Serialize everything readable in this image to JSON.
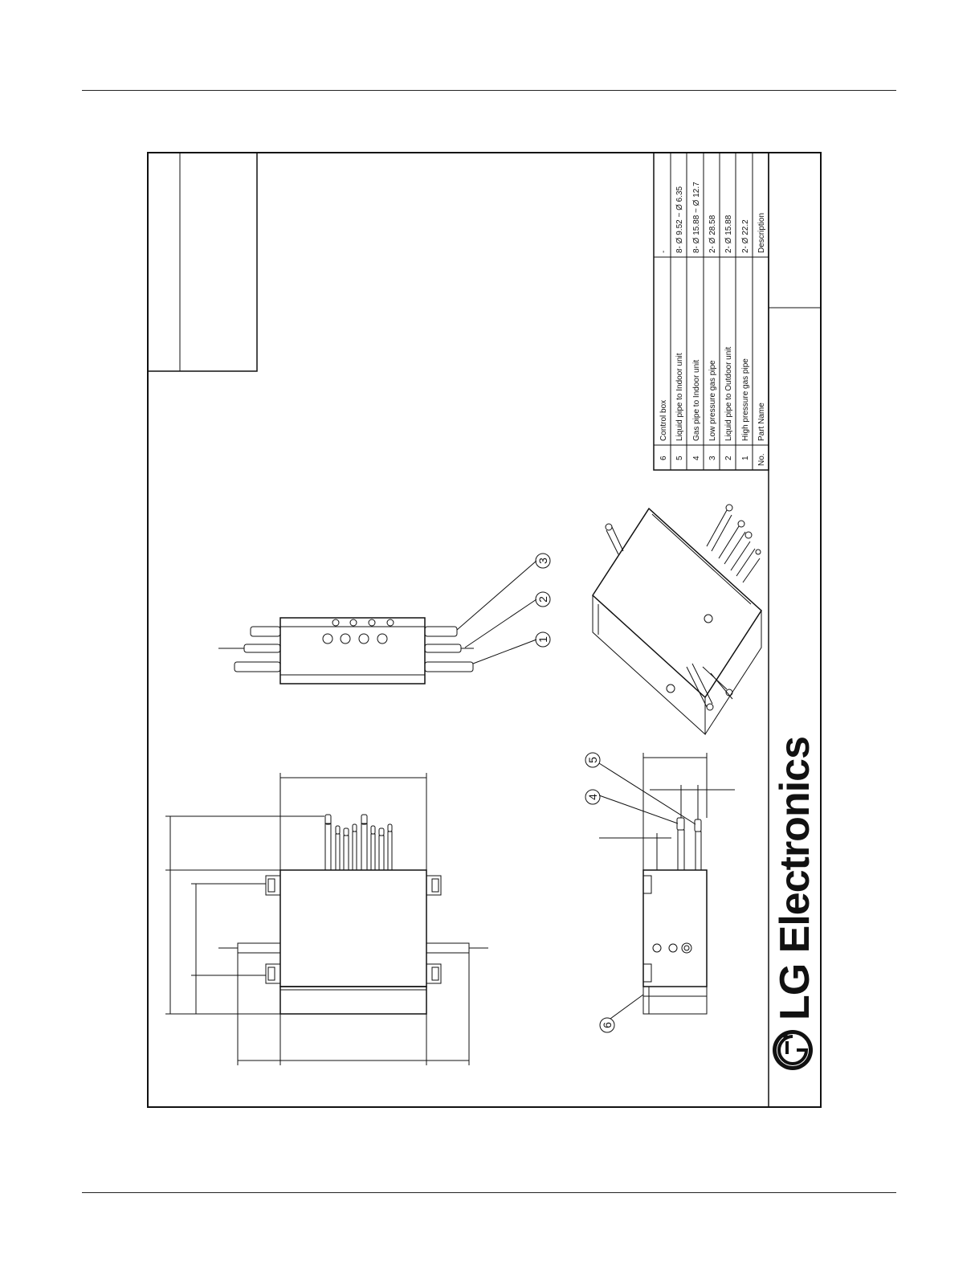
{
  "parts_table": {
    "header": {
      "no": "No.",
      "part_name": "Part Name",
      "description": "Description"
    },
    "rows": [
      {
        "no": "6",
        "part_name": "Control box",
        "description": "-"
      },
      {
        "no": "5",
        "part_name": "Liquid pipe to Indoor unit",
        "description": "8- Ø 9.52 ~ Ø 6.35"
      },
      {
        "no": "4",
        "part_name": "Gas pipe to Indoor unit",
        "description": "8- Ø 15.88 ~ Ø 12.7"
      },
      {
        "no": "3",
        "part_name": "Low pressure gas pipe",
        "description": "2- Ø 28.58"
      },
      {
        "no": "2",
        "part_name": "Liquid pipe to Outdoor unit",
        "description": "2- Ø 15.88"
      },
      {
        "no": "1",
        "part_name": "High pressure gas pipe",
        "description": "2- Ø 22.2"
      }
    ]
  },
  "callouts": [
    "1",
    "2",
    "3",
    "4",
    "5",
    "6"
  ],
  "logo": {
    "text": "LG Electronics"
  }
}
